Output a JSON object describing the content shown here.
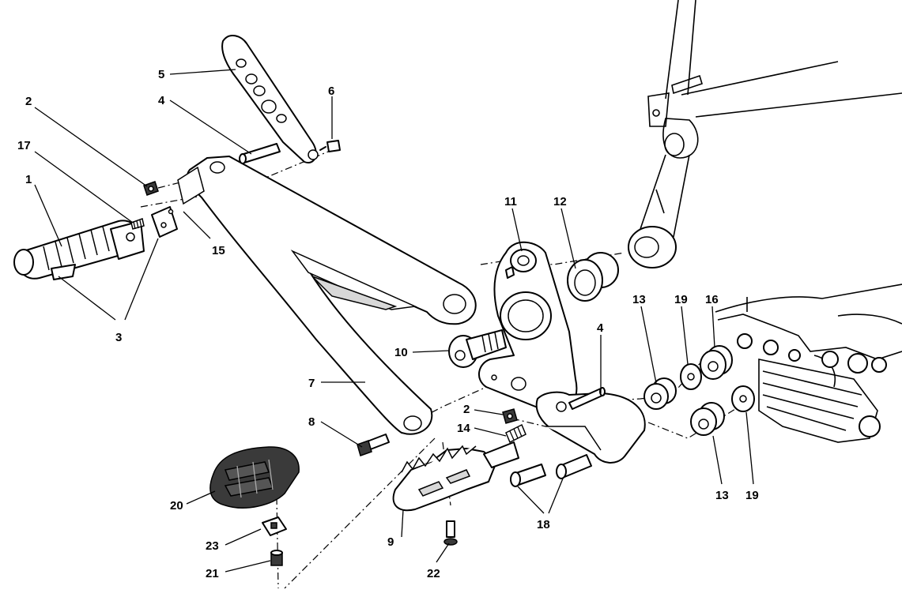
{
  "callouts": [
    {
      "id": "c1",
      "label": "1"
    },
    {
      "id": "c2a",
      "label": "2"
    },
    {
      "id": "c3",
      "label": "3"
    },
    {
      "id": "c4a",
      "label": "4"
    },
    {
      "id": "c5",
      "label": "5"
    },
    {
      "id": "c6",
      "label": "6"
    },
    {
      "id": "c7",
      "label": "7"
    },
    {
      "id": "c8",
      "label": "8"
    },
    {
      "id": "c9",
      "label": "9"
    },
    {
      "id": "c10",
      "label": "10"
    },
    {
      "id": "c11",
      "label": "11"
    },
    {
      "id": "c12",
      "label": "12"
    },
    {
      "id": "c13a",
      "label": "13"
    },
    {
      "id": "c19a",
      "label": "19"
    },
    {
      "id": "c16",
      "label": "16"
    },
    {
      "id": "c4b",
      "label": "4"
    },
    {
      "id": "c2b",
      "label": "2"
    },
    {
      "id": "c14",
      "label": "14"
    },
    {
      "id": "c13b",
      "label": "13"
    },
    {
      "id": "c19b",
      "label": "19"
    },
    {
      "id": "c15",
      "label": "15"
    },
    {
      "id": "c17",
      "label": "17"
    },
    {
      "id": "c18",
      "label": "18"
    },
    {
      "id": "c20",
      "label": "20"
    },
    {
      "id": "c21",
      "label": "21"
    },
    {
      "id": "c22",
      "label": "22"
    },
    {
      "id": "c23",
      "label": "23"
    }
  ]
}
